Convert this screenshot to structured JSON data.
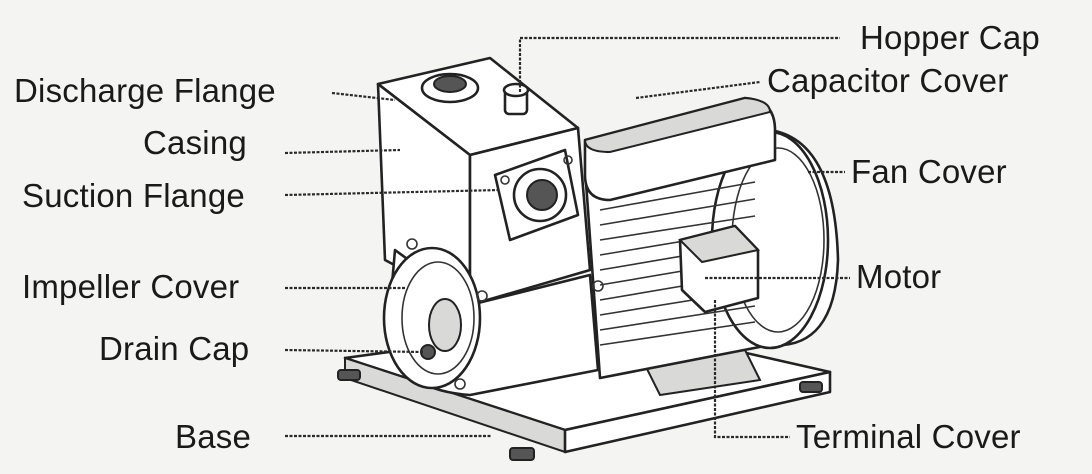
{
  "labels": {
    "discharge_flange": "Discharge Flange",
    "casing": "Casing",
    "suction_flange": "Suction Flange",
    "impeller_cover": "Impeller Cover",
    "drain_cap": "Drain Cap",
    "base": "Base",
    "hopper_cap": "Hopper Cap",
    "capacitor_cover": "Capacitor Cover",
    "fan_cover": "Fan Cover",
    "motor": "Motor",
    "terminal_cover": "Terminal Cover"
  },
  "colors": {
    "background": "#f4f4f2",
    "ink": "#1a1a1a"
  }
}
